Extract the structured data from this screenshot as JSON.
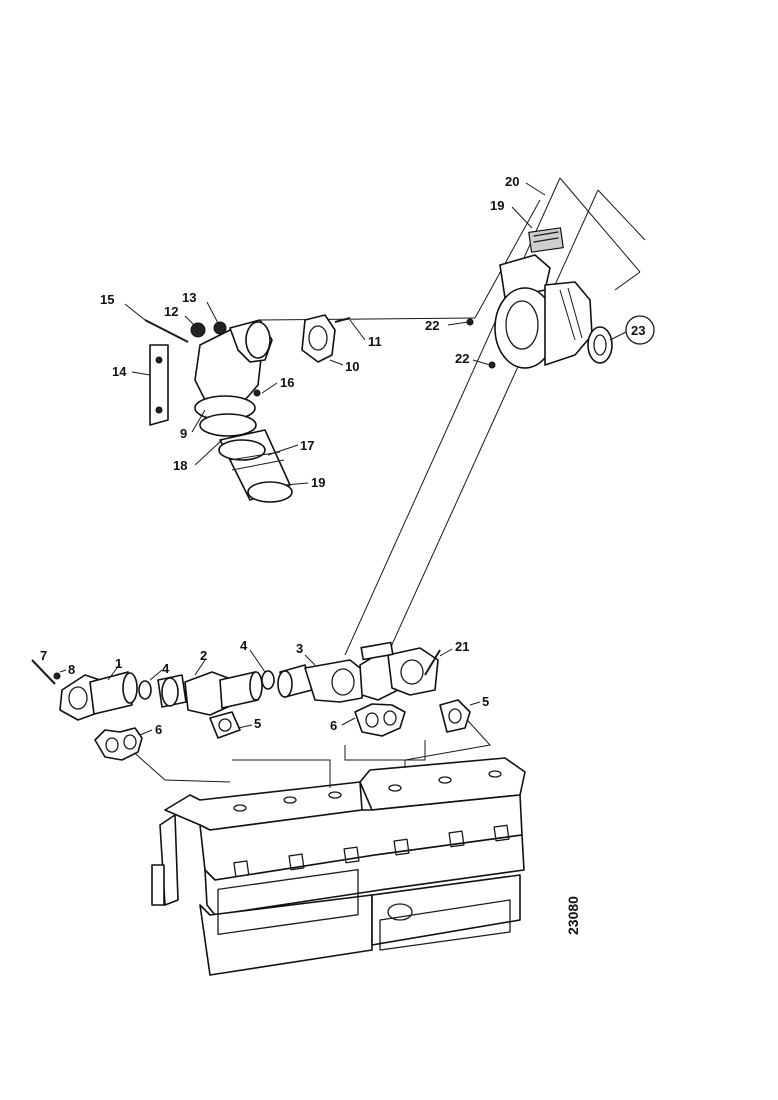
{
  "diagram": {
    "figure_code": "23080",
    "callouts": {
      "c1": "1",
      "c2": "2",
      "c3": "3",
      "c4a": "4",
      "c4b": "4",
      "c5a": "5",
      "c5b": "5",
      "c6a": "6",
      "c6b": "6",
      "c7": "7",
      "c8": "8",
      "c9": "9",
      "c10": "10",
      "c11": "11",
      "c12": "12",
      "c13": "13",
      "c14": "14",
      "c15": "15",
      "c16": "16",
      "c17": "17",
      "c18": "18",
      "c19a": "19",
      "c19b": "19",
      "c20": "20",
      "c21": "21",
      "c22a": "22",
      "c22b": "22",
      "c23": "23"
    }
  }
}
